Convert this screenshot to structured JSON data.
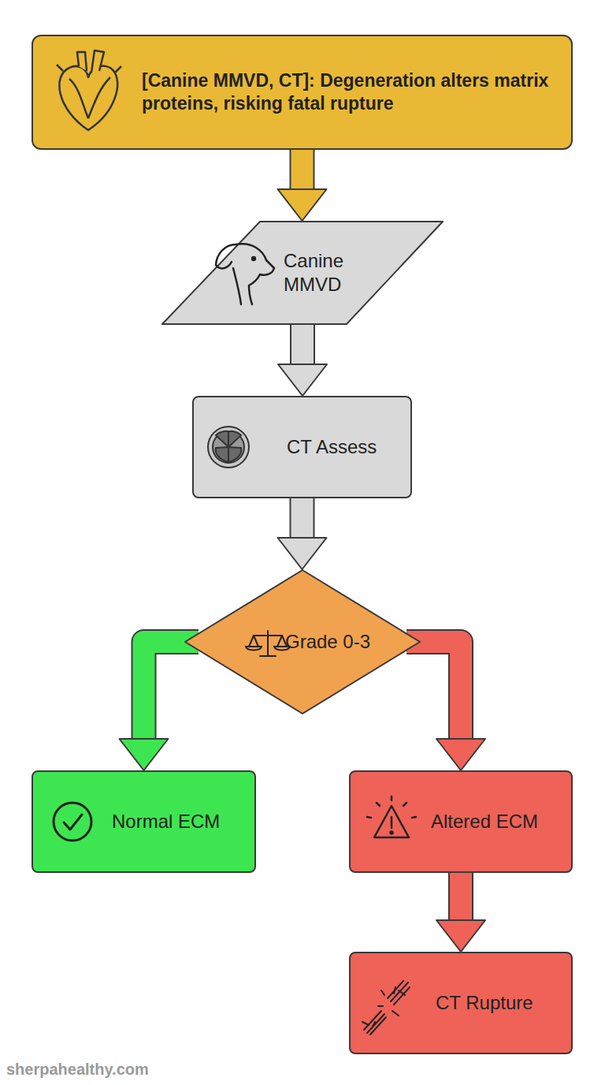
{
  "diagram": {
    "nodes": [
      {
        "text": [
          "[Canine MMVD, CT]: Degeneration alters matrix proteins, risking fatal rupture"
        ]
      },
      {
        "text": [
          "Canine MMVD"
        ]
      },
      {
        "text": [
          "CT Assess"
        ]
      },
      {
        "text": [
          "Grade 0-3"
        ]
      },
      {
        "text": [
          "Normal ECM"
        ]
      },
      {
        "text": [
          "Altered ECM"
        ]
      },
      {
        "text": [
          "CT Rupture"
        ]
      }
    ],
    "edges": [
      {
        "from": 0,
        "to": 1,
        "arrow": "to"
      },
      {
        "from": 1,
        "to": 2,
        "arrow": "to"
      },
      {
        "from": 2,
        "to": 3,
        "arrow": "to"
      },
      {
        "from": 3,
        "to": 4,
        "arrow": "to"
      },
      {
        "from": 3,
        "to": 5,
        "arrow": "to"
      },
      {
        "from": 5,
        "to": 6,
        "arrow": "to"
      }
    ],
    "labels": [
      "sherpahealthy.com"
    ]
  }
}
